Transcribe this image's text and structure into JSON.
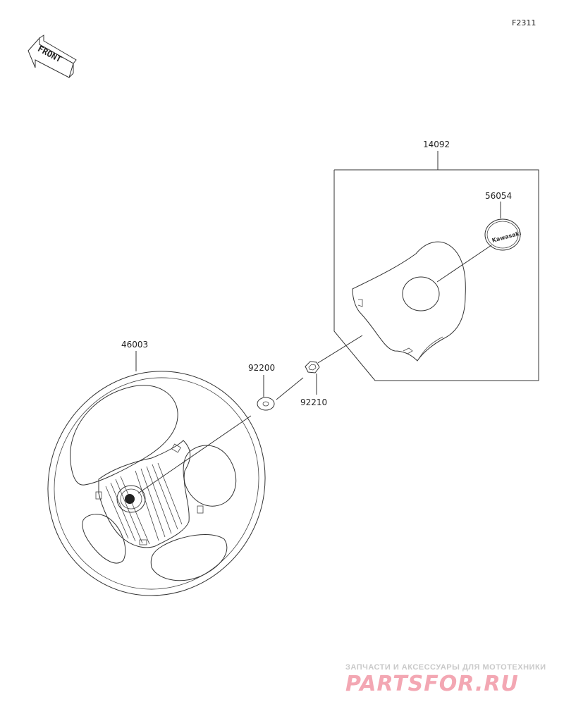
{
  "diagram_code": "F2311",
  "front_label": "FRONT",
  "parts": {
    "p14092": "14092",
    "p56054": "56054",
    "p46003": "46003",
    "p92200": "92200",
    "p92210": "92210"
  },
  "watermark": {
    "caption": "ЗАПЧАСТИ И АКСЕССУАРЫ ДЛЯ МОТОТЕХНИКИ",
    "logo": "PARTSFOR.RU"
  }
}
